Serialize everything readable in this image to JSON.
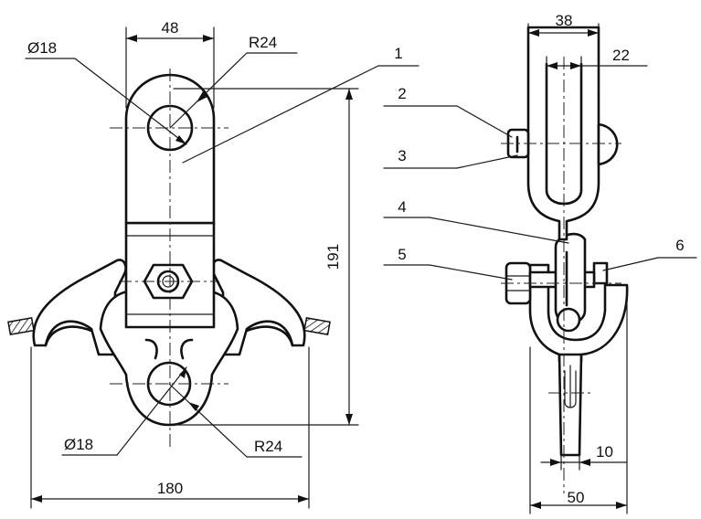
{
  "front_view": {
    "top_width": "48",
    "top_hole_diameter": "Ø18",
    "top_radius": "R24",
    "bottom_hole_diameter": "Ø18",
    "bottom_radius": "R24",
    "overall_width": "180",
    "overall_height": "191"
  },
  "side_view": {
    "top_width": "38",
    "slot_width": "22",
    "bottom_width": "50",
    "tongue_width": "10"
  },
  "part_labels": [
    "1",
    "2",
    "3",
    "4",
    "5",
    "6"
  ]
}
